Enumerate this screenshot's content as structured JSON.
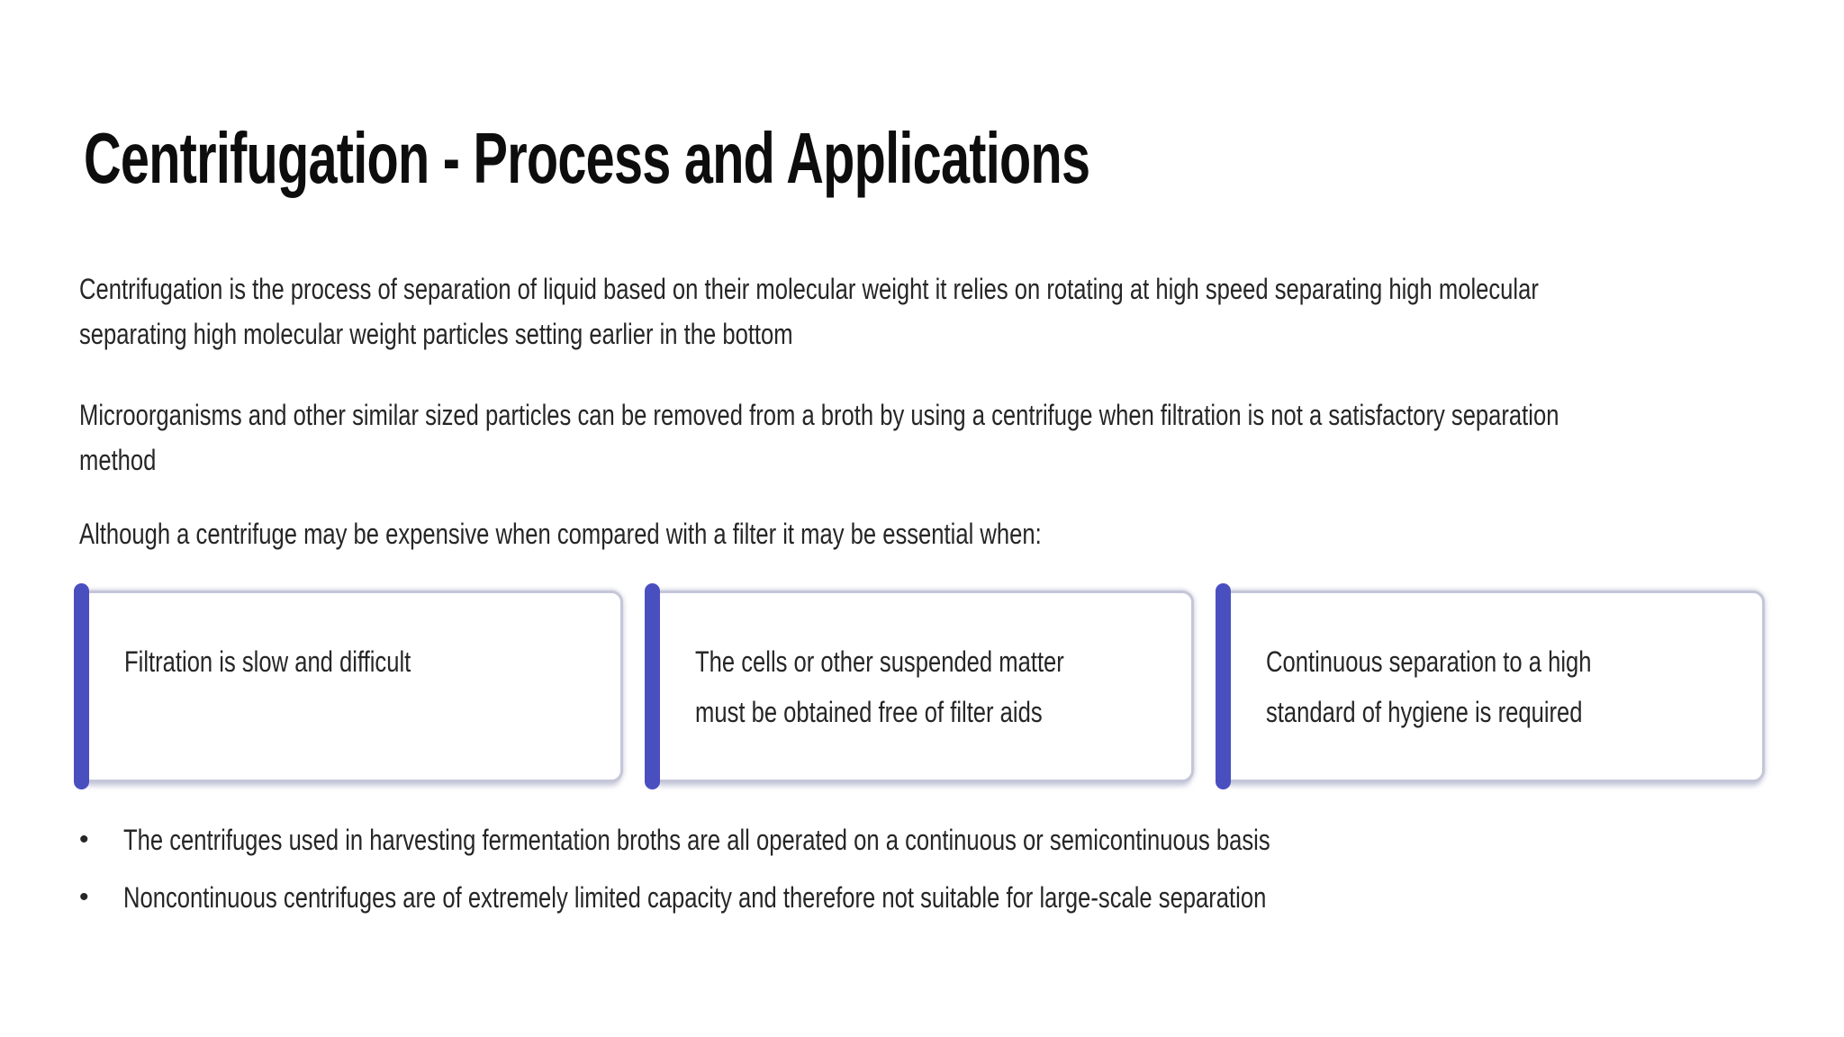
{
  "slide": {
    "title": "Centrifugation - Process and Applications",
    "paragraphs": [
      {
        "lines": [
          "Centrifugation is the process of separation of liquid based on their molecular weight it relies on rotating at high speed separating high molecular",
          "separating high molecular weight particles setting earlier in the bottom"
        ]
      },
      {
        "lines": [
          "Microorganisms and other similar sized particles can be removed from a broth by using a centrifuge when filtration is not a satisfactory separation",
          "method"
        ]
      },
      {
        "lines": [
          "Although a centrifuge may be expensive when compared with a filter it may be essential when:"
        ]
      }
    ],
    "cards": [
      {
        "lines": [
          "Filtration is slow and difficult"
        ]
      },
      {
        "lines": [
          "The cells or other suspended matter",
          "must be obtained free of filter aids"
        ]
      },
      {
        "lines": [
          "Continuous separation to a high",
          "standard of hygiene is required"
        ]
      }
    ],
    "bullets": [
      "The centrifuges used in harvesting fermentation broths are all operated on a continuous or semicontinuous basis",
      "Noncontinuous centrifuges are of extremely limited capacity and therefore not suitable for large-scale separation"
    ],
    "bullet_glyph": "•",
    "colors": {
      "accent": "#4a4fc0",
      "card_border": "#c5c6d8",
      "text": "#262626",
      "title": "#0d0d0d",
      "background": "#ffffff"
    }
  }
}
